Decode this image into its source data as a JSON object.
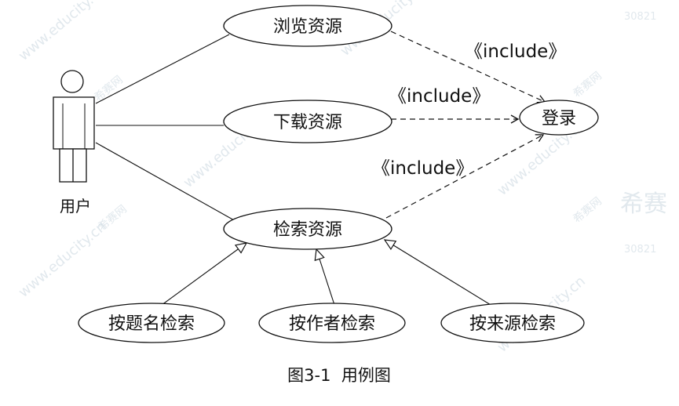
{
  "actor": {
    "label": "用户"
  },
  "use_cases": {
    "browse": "浏览资源",
    "download": "下载资源",
    "search": "检索资源",
    "login": "登录",
    "by_title": "按题名检索",
    "by_author": "按作者检索",
    "by_source": "按来源检索"
  },
  "relations": {
    "include_label": "《include》"
  },
  "caption": "图3-1  用例图",
  "watermark": {
    "site": "www.educity.cn",
    "brand": "希赛网",
    "code": "30821",
    "brand_big": "希赛"
  }
}
